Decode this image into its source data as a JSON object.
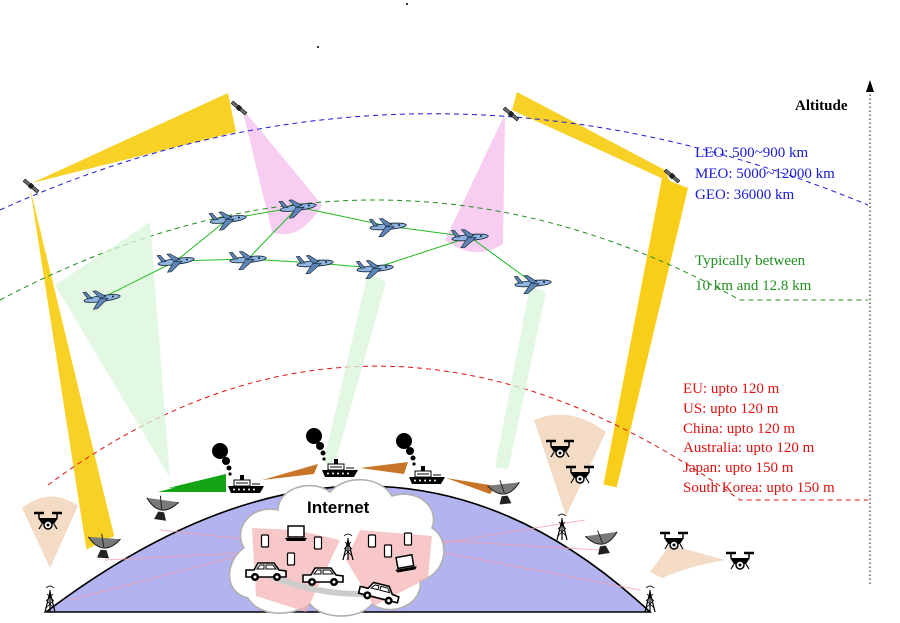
{
  "altitude_label": "Altitude",
  "orbits": {
    "leo": "LEO: 500~900 km",
    "meo": "MEO: 5000~12000 km",
    "geo": "GEO: 36000 km"
  },
  "aircraft": {
    "line1": "Typically between",
    "line2": "10 km and 12.8 km"
  },
  "drones": {
    "eu": "EU: upto 120 m",
    "us": "US: upto 120 m",
    "china": "China: upto 120 m",
    "australia": "Australia: upto 120 m",
    "japan": "Japan: upto 150 m",
    "south_korea": "South Korea: upto 150 m"
  },
  "internet_label": "Internet",
  "colors": {
    "satellite_beam": "#f7c900",
    "satellite_beam_pink": "#f6c8f0",
    "aircraft_beam": "#d8f5d8",
    "earth": "#b3b3ef",
    "drone_cone": "#f2d7bf",
    "ship_beam": "#c8752a",
    "ground_beam": "#13a313",
    "orbit_blue": "#1a1ad6",
    "orbit_green": "#1f8f1f",
    "orbit_red": "#e01010"
  }
}
